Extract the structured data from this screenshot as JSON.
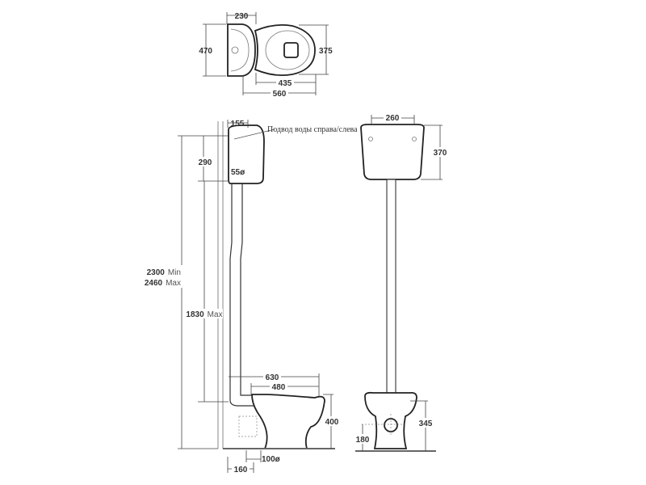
{
  "top_view": {
    "width_tank": "230",
    "depth_total": "470",
    "bowl_width": "375",
    "bowl_length": "435",
    "overall_length": "560"
  },
  "side_view": {
    "tank_depth": "155",
    "water_inlet_note": "Подвод воды справа/слева",
    "tank_height": "290",
    "outlet_diameter": "55ø",
    "height_min": "2300",
    "height_min_unit": "Min",
    "height_max": "2460",
    "height_max_unit": "Max",
    "pipe_height": "1830",
    "pipe_height_unit": "Max",
    "total_projection": "630",
    "bowl_projection": "480",
    "seat_height": "400",
    "drain_diameter": "100ø",
    "drain_offset": "160"
  },
  "front_view": {
    "tank_width": "260",
    "tank_height": "370",
    "rim_height": "345",
    "outlet_height": "180"
  }
}
